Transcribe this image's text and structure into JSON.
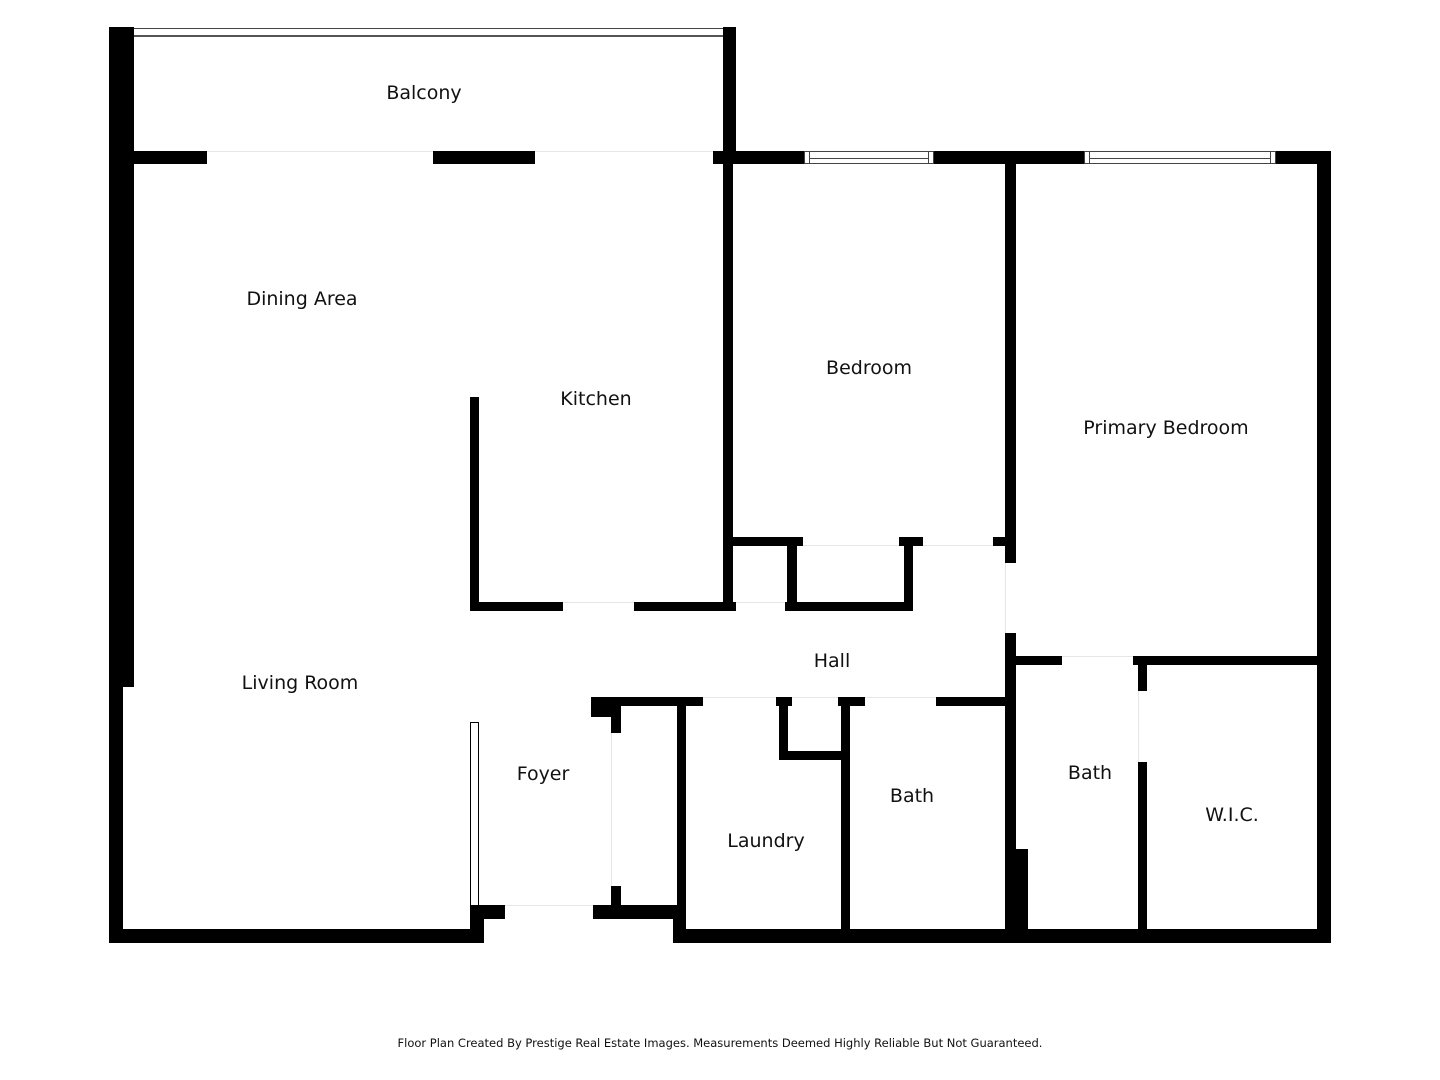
{
  "floorplan": {
    "rooms": [
      {
        "id": "balcony",
        "label": "Balcony"
      },
      {
        "id": "dining-area",
        "label": "Dining Area"
      },
      {
        "id": "kitchen",
        "label": "Kitchen"
      },
      {
        "id": "bedroom",
        "label": "Bedroom"
      },
      {
        "id": "primary-bedroom",
        "label": "Primary Bedroom"
      },
      {
        "id": "hall",
        "label": "Hall"
      },
      {
        "id": "living-room",
        "label": "Living Room"
      },
      {
        "id": "foyer",
        "label": "Foyer"
      },
      {
        "id": "laundry",
        "label": "Laundry"
      },
      {
        "id": "bath-hall",
        "label": "Bath"
      },
      {
        "id": "bath-primary",
        "label": "Bath"
      },
      {
        "id": "wic",
        "label": "W.I.C."
      }
    ],
    "colors": {
      "wall": "#000000",
      "background": "#ffffff",
      "window": "#444444"
    }
  },
  "footer": {
    "disclaimer": "Floor Plan Created By Prestige Real Estate Images. Measurements Deemed Highly Reliable But Not Guaranteed."
  }
}
